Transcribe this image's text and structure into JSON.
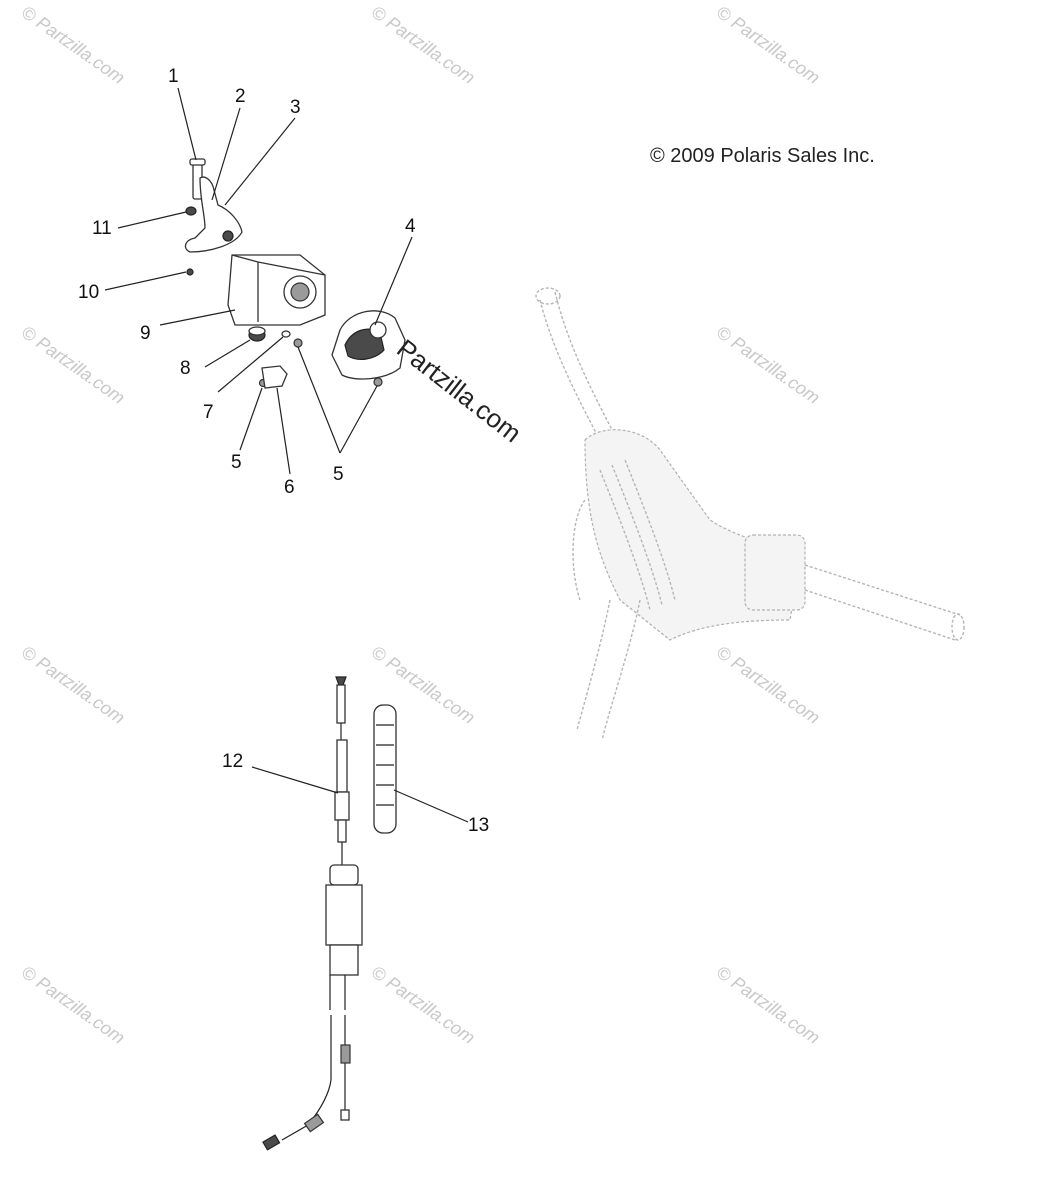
{
  "copyright": "© 2009 Polaris Sales Inc.",
  "watermark": "© Partzilla.com",
  "center_watermark": "Partzilla.com",
  "callouts": {
    "c1": "1",
    "c2": "2",
    "c3": "3",
    "c4": "4",
    "c5a": "5",
    "c5b": "5",
    "c6": "6",
    "c7": "7",
    "c8": "8",
    "c9": "9",
    "c10": "10",
    "c11": "11",
    "c12": "12",
    "c13": "13"
  }
}
